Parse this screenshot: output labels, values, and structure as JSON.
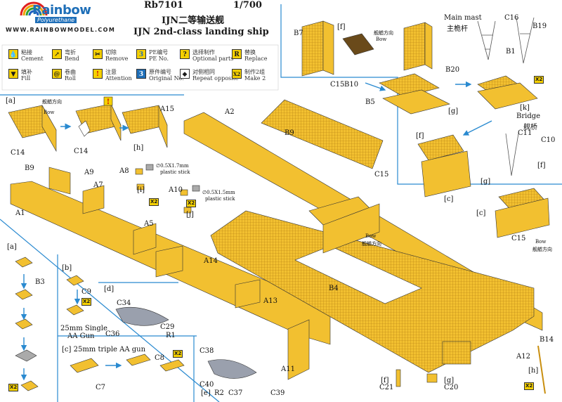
{
  "header": {
    "brand": "Rainbow",
    "brand_sub": "Polyurethane",
    "website": "WWW.RAINBOWMODEL.COM",
    "code": "Rb7101",
    "scale": "1/700",
    "title_cn": "IJN二等输送舰",
    "title_en": "IJN 2nd-class landing ship"
  },
  "legend": [
    {
      "cn": "粘接",
      "en": "Cement",
      "icon": "glue-drop-icon"
    },
    {
      "cn": "弯折",
      "en": "Bend",
      "icon": "bend-icon"
    },
    {
      "cn": "切除",
      "en": "Remove",
      "icon": "knife-icon"
    },
    {
      "cn": "PE编号",
      "en": "PE No.",
      "icon_text": "3"
    },
    {
      "cn": "选择制作",
      "en": "Optional parts",
      "icon": "optional-icon"
    },
    {
      "cn": "替换",
      "en": "Replace",
      "icon_text": "R"
    },
    {
      "cn": "填补",
      "en": "Fill",
      "icon": "fill-icon"
    },
    {
      "cn": "卷曲",
      "en": "Roll",
      "icon": "roll-icon"
    },
    {
      "cn": "注意",
      "en": "Attention",
      "icon_text": "!"
    },
    {
      "cn": "原件编号",
      "en": "Original No.",
      "icon_text": "3"
    },
    {
      "cn": "对侧相同",
      "en": "Repeat opposite",
      "icon": "repeat-icon"
    },
    {
      "cn": "制作2组",
      "en": "Make 2",
      "icon_text": "X2"
    }
  ],
  "labels": {
    "a": "[a]",
    "b": "[b]",
    "c": "[c]",
    "d": "[d]",
    "e": "[e]",
    "f": "[f]",
    "g": "[g]",
    "h": "[h]",
    "i": "[i]",
    "j": "[j]",
    "k": "[k]",
    "bow_cn": "舰艏方向",
    "bow_en": "Bow",
    "bridge_en": "Bridge",
    "bridge_cn": "舰桥",
    "main_mast_en": "Main mast",
    "main_mast_cn": "主桅杆",
    "stick1": "∅0.5X1.7mm",
    "stick2": "∅0.5X1.5mm",
    "plastic_stick": "plastic stick",
    "aa_single": "25mm Single",
    "aa_gun": "AA Gun",
    "aa_triple": "25mm triple AA gun",
    "x2": "X2",
    "attention": "!"
  },
  "parts": {
    "A1": "A1",
    "A2": "A2",
    "A5": "A5",
    "A7": "A7",
    "A8": "A8",
    "A9": "A9",
    "A10": "A10",
    "A11": "A11",
    "A12": "A12",
    "A13": "A13",
    "A14": "A14",
    "A15": "A15",
    "B1": "B1",
    "B3": "B3",
    "B4": "B4",
    "B5": "B5",
    "B7": "B7",
    "B9": "B9",
    "B10": "B10",
    "B14": "B14",
    "B19": "B19",
    "B20": "B20",
    "C7": "C7",
    "C8": "C8",
    "C9": "C9",
    "C10": "C10",
    "C11": "C11",
    "C14": "C14",
    "C15": "C15",
    "C16": "C16",
    "C20": "C20",
    "C21": "C21",
    "C29": "C29",
    "C34": "C34",
    "C36": "C36",
    "C37": "C37",
    "C38": "C38",
    "C39": "C39",
    "C40": "C40",
    "R1": "R1",
    "R2": "R2"
  },
  "colors": {
    "part": "#f2c030",
    "part_dark": "#c98f10",
    "line": "#1f8fd0",
    "outline": "#333333",
    "boat": "#9aa0ad"
  }
}
